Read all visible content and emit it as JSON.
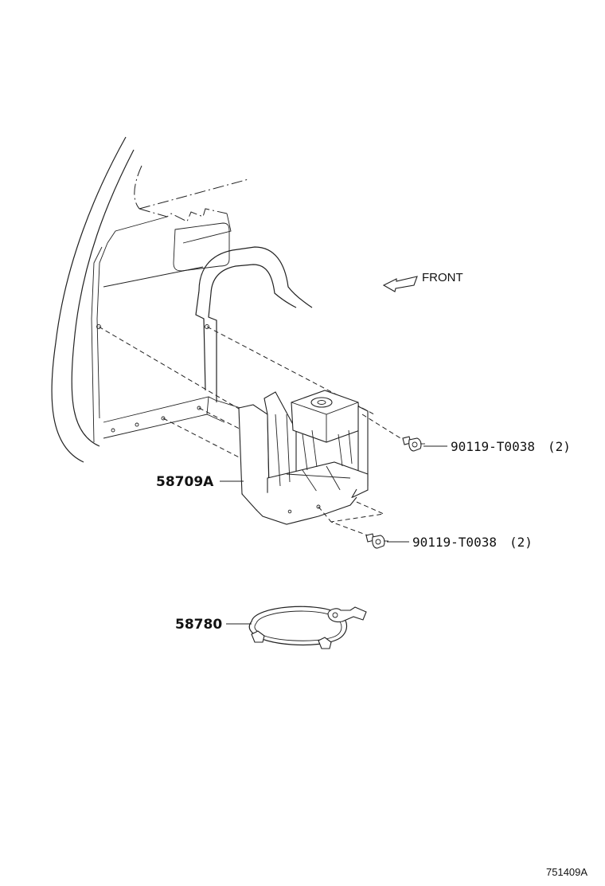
{
  "diagram": {
    "direction_label": "FRONT",
    "drawing_code": "751409A",
    "parts": [
      {
        "id": "bracket",
        "number": "58709A"
      },
      {
        "id": "bolt-upper",
        "number": "90119-T0038",
        "qty": "(2)"
      },
      {
        "id": "bolt-lower",
        "number": "90119-T0038",
        "qty": "(2)"
      },
      {
        "id": "band",
        "number": "58780"
      }
    ]
  }
}
